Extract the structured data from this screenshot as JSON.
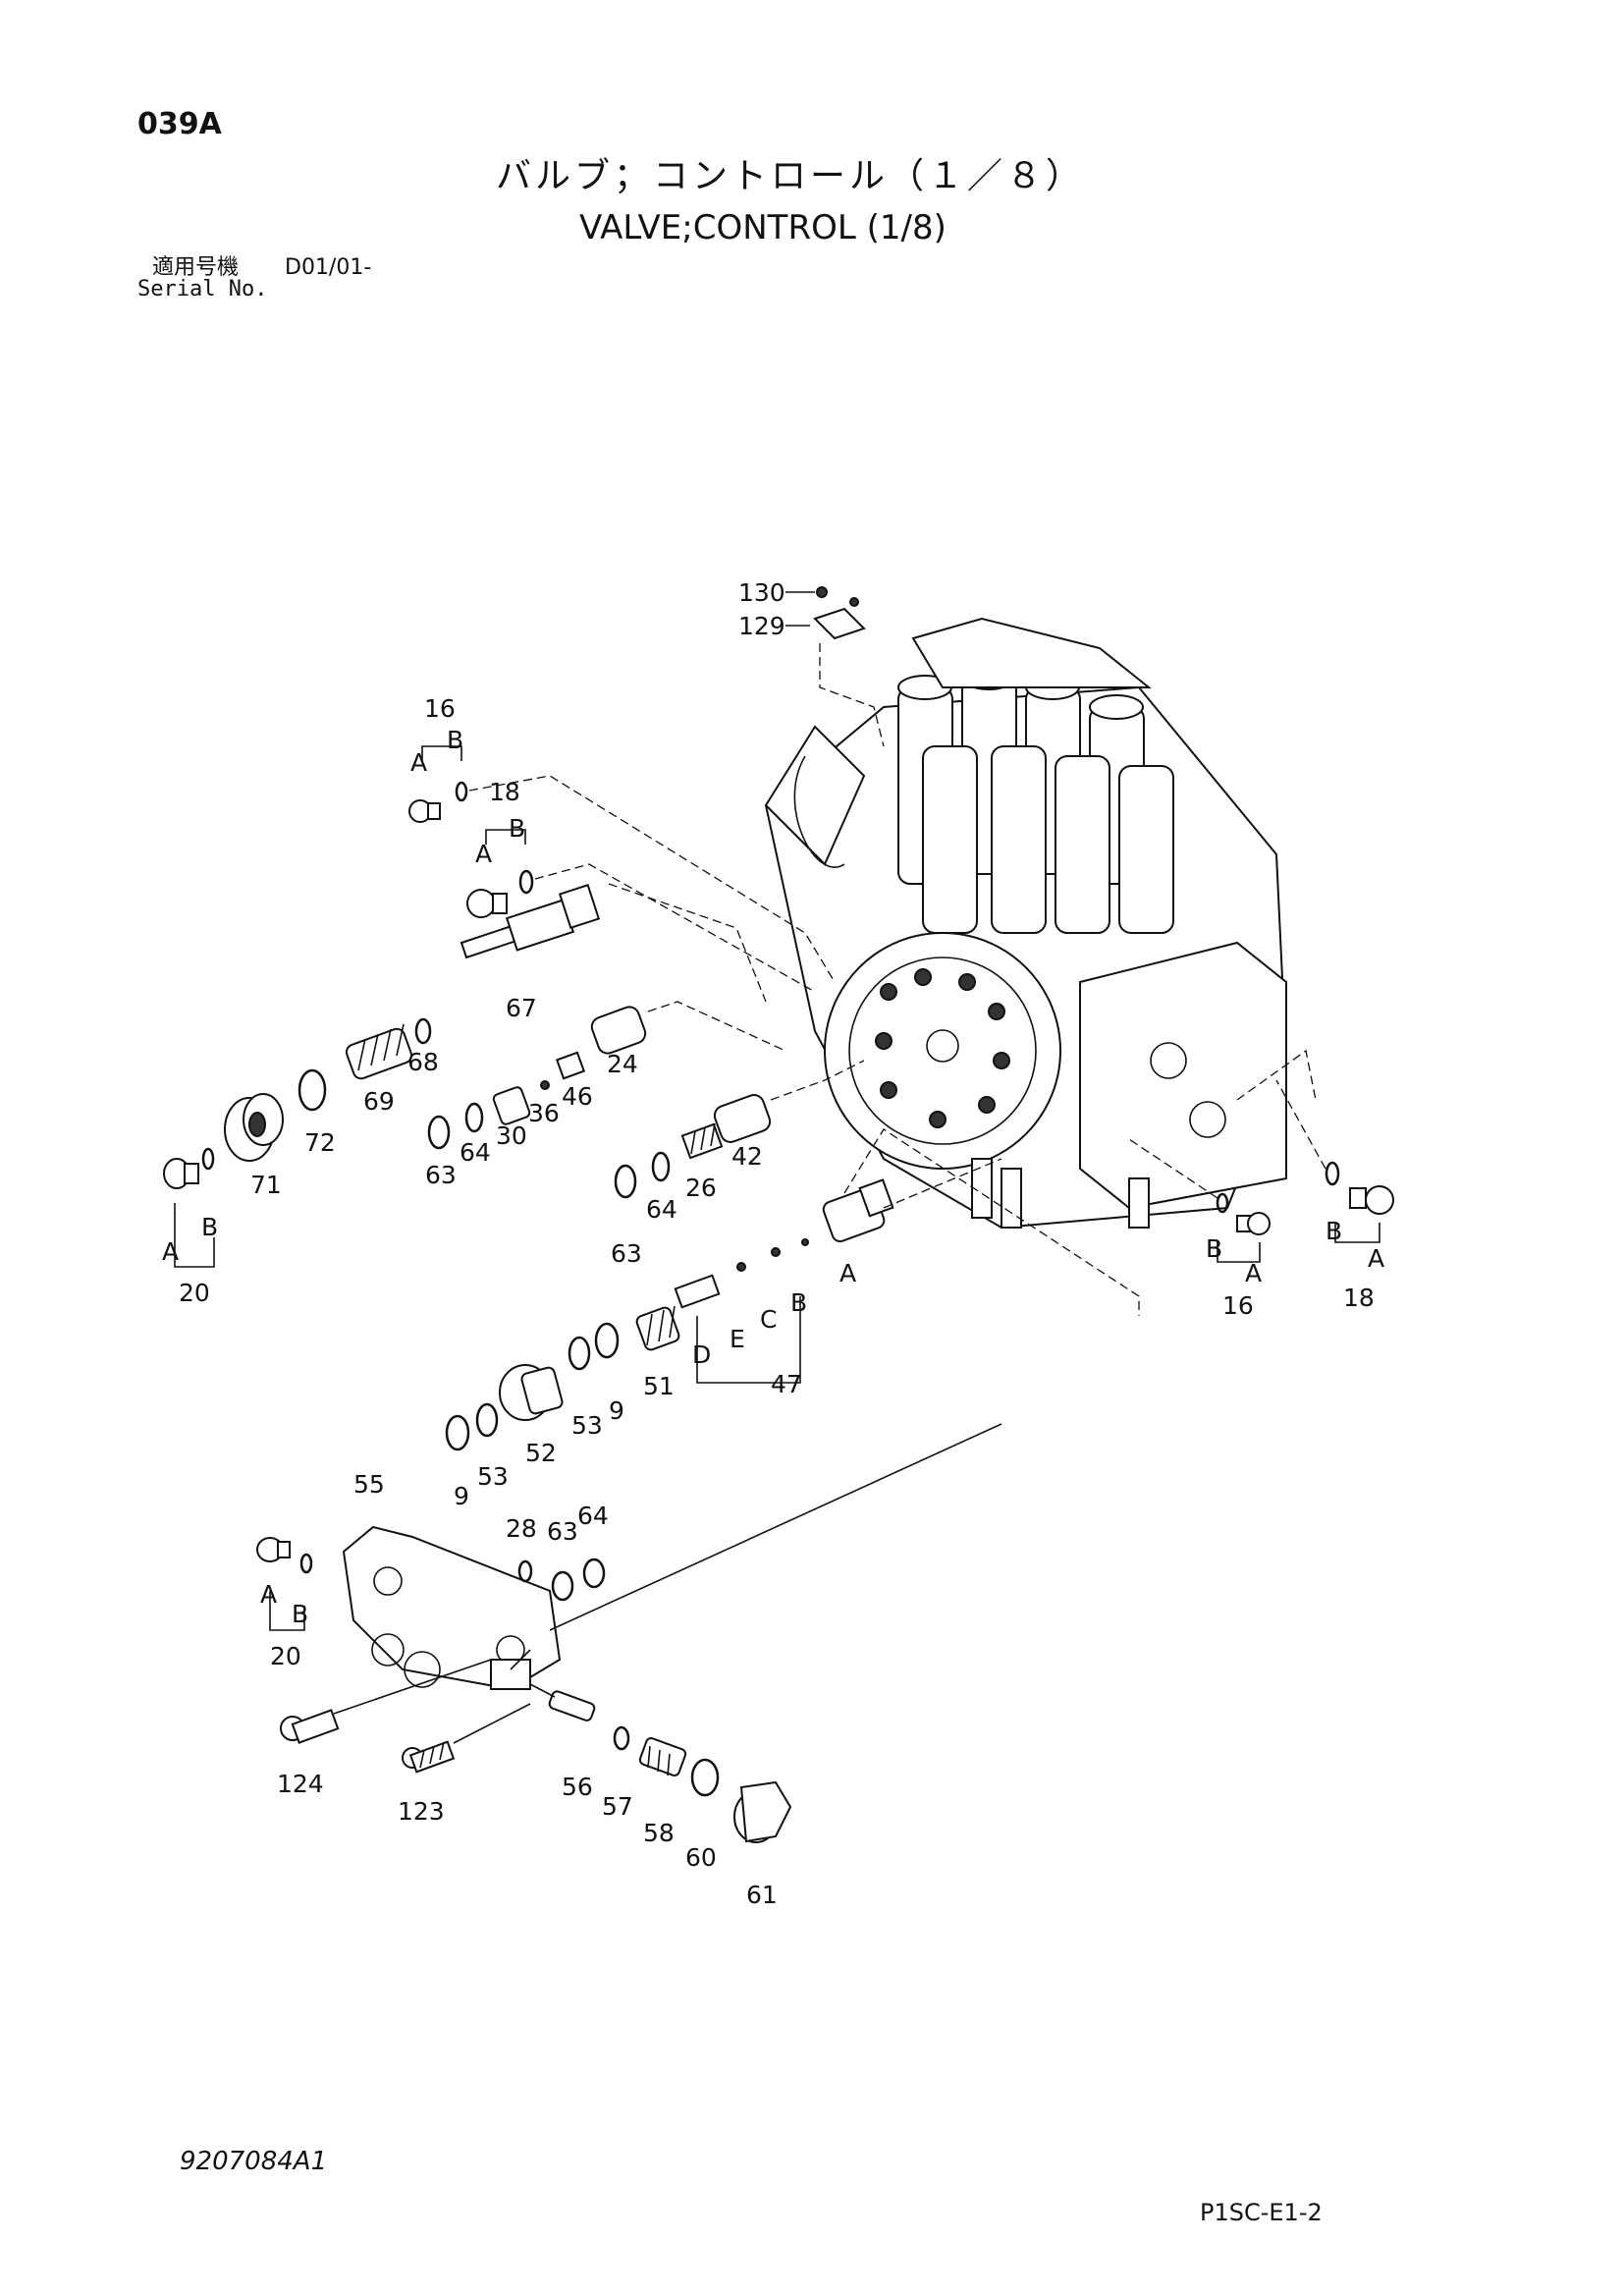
{
  "header": {
    "page_code": "039A",
    "title_jp": "バルブ；コントロール（１／８）",
    "title_en": "VALVE;CONTROL (1/8)",
    "serial_label_jp": "適用号機",
    "serial_range": "D01/01-",
    "serial_label_en": "Serial No."
  },
  "footer": {
    "drawing_number": "9207084A1",
    "sheet_number": "P1SC-E1-2"
  },
  "callouts": {
    "p130": "130",
    "p129": "129",
    "p16a": "16",
    "p18a": "18",
    "p67": "67",
    "p68": "68",
    "p69": "69",
    "p72": "72",
    "p71": "71",
    "p20a": "20",
    "p24": "24",
    "p46": "46",
    "p36": "36",
    "p30": "30",
    "p64a": "64",
    "p63a": "63",
    "p42": "42",
    "p26": "26",
    "p64b": "64",
    "p63b": "63",
    "p47": "47",
    "p51": "51",
    "p9a": "9",
    "p53a": "53",
    "p52": "52",
    "p53b": "53",
    "p9b": "9",
    "p55": "55",
    "p28": "28",
    "p63c": "63",
    "p64c": "64",
    "p20b": "20",
    "p124": "124",
    "p123": "123",
    "p56": "56",
    "p57": "57",
    "p58": "58",
    "p60": "60",
    "p61": "61",
    "p16b": "16",
    "p18b": "18"
  },
  "letters": {
    "a": "A",
    "b": "B",
    "c": "C",
    "d": "D",
    "e": "E"
  }
}
